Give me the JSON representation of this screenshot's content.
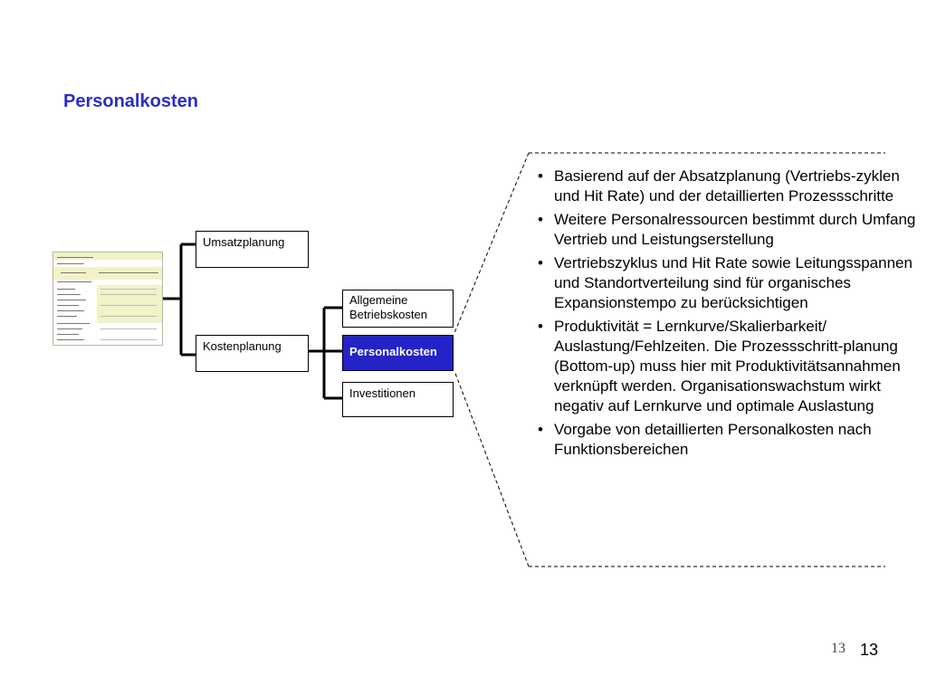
{
  "title": "Personalkosten",
  "tree": {
    "umsatz": "Umsatzplanung",
    "kosten": "Kostenplanung",
    "allgemeine": "Allgemeine Betriebskosten",
    "personal": "Personalkosten",
    "invest": "Investitionen"
  },
  "bullets": [
    "Basierend auf der Absatzplanung (Vertriebs-zyklen und Hit Rate) und der detaillierten Prozessschritte",
    "Weitere Personalressourcen bestimmt durch Umfang Vertrieb und Leistungserstellung",
    "Vertriebszyklus und Hit Rate sowie Leitungsspannen und Standortverteilung sind für organisches Expansionstempo zu berücksichtigen",
    "Produktivität = Lernkurve/Skalierbarkeit/ Auslastung/Fehlzeiten. Die Prozessschritt-planung (Bottom-up) muss hier mit Produktivitätsannahmen verknüpft werden. Organisationswachstum wirkt negativ auf Lernkurve und optimale Auslastung",
    "Vorgabe von detaillierten Personalkosten nach Funktionsbereichen"
  ],
  "page_number_a": "13",
  "page_number_b": "13",
  "colors": {
    "title": "#2a2fc4",
    "highlight": "#2323c8"
  }
}
